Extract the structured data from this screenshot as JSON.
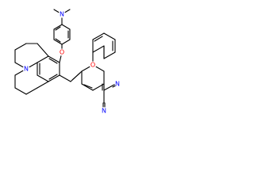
{
  "atoms": {
    "amine_nitrogen": "N",
    "julolidine_nitrogen": "N",
    "ether_oxygen": "O",
    "pyran_oxygen": "O",
    "nitrile_nitrogen_top": "N",
    "nitrile_nitrogen_bottom": "N"
  },
  "colors": {
    "bond": "#000000",
    "nitrogen": "#0000ff",
    "oxygen": "#ff0000",
    "background": "#ffffff"
  }
}
